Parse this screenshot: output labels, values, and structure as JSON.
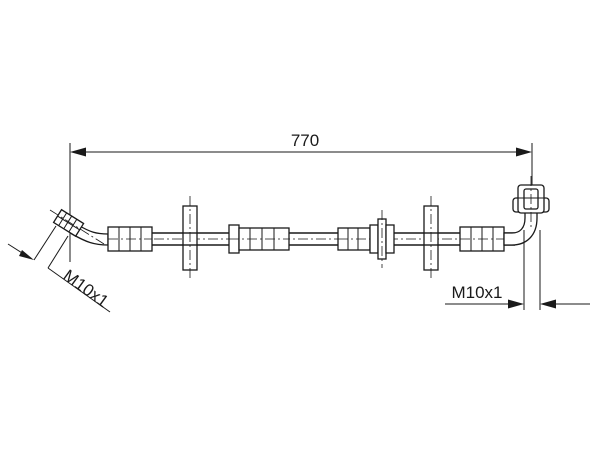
{
  "dimensions": {
    "length_label": "770",
    "left_thread_label": "M10x1",
    "right_thread_label": "M10x1"
  },
  "colors": {
    "line": "#1a1a1a",
    "background": "#ffffff"
  }
}
